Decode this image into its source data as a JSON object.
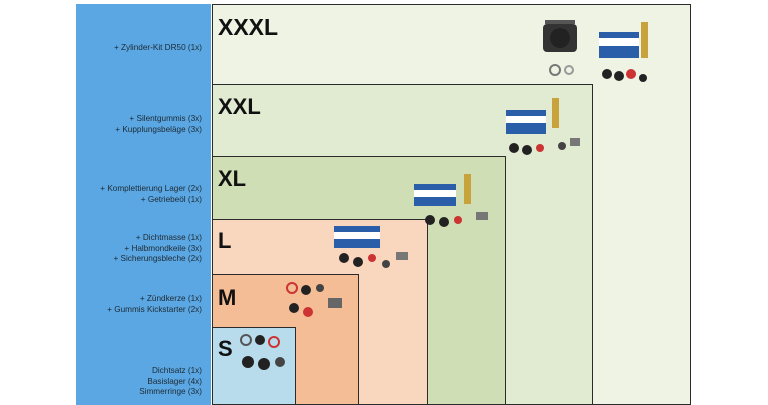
{
  "colors": {
    "sidebar": "#5aa7e3",
    "xxxl": "#eef3e4",
    "xxl": "#e1ebd1",
    "xl": "#cfdeb4",
    "l": "#f9d7bf",
    "m": "#f4bd95",
    "s": "#b8dcec"
  },
  "tiers": [
    {
      "id": "xxxl",
      "label": "XXXL",
      "items": [
        "+ Zylinder-Kit DR50 (1x)"
      ]
    },
    {
      "id": "xxl",
      "label": "XXL",
      "items": [
        "+ Silentgummis (3x)",
        "+ Kupplungsbeläge (3x)"
      ]
    },
    {
      "id": "xl",
      "label": "XL",
      "items": [
        "+ Komplettierung Lager (2x)",
        "+ Getriebeöl (1x)"
      ]
    },
    {
      "id": "l",
      "label": "L",
      "items": [
        "+ Dichtmasse (1x)",
        "+ Halbmondkeile (3x)",
        "+ Sicherungsbleche (2x)"
      ]
    },
    {
      "id": "m",
      "label": "M",
      "items": [
        "+ Zündkerze (1x)",
        "+ Gummis Kickstarter (2x)"
      ]
    },
    {
      "id": "s",
      "label": "S",
      "items": [
        "Dichtsatz (1x)",
        "Basislager (4x)",
        "Simmerringe (3x)"
      ]
    }
  ]
}
